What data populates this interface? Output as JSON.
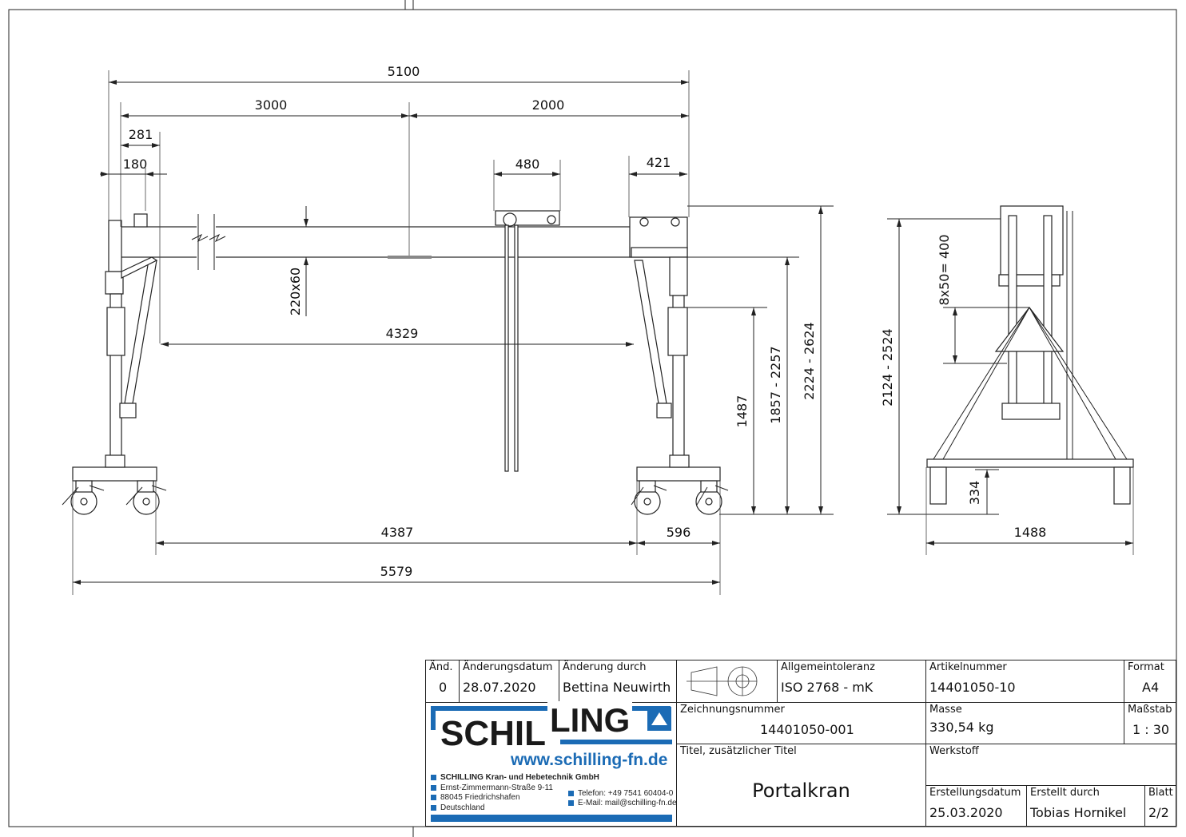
{
  "drawing": {
    "dimensions": {
      "overall_span": "5100",
      "left_section": "3000",
      "right_section": "2000",
      "d281": "281",
      "d180": "180",
      "trolley_width": "480",
      "d421": "421",
      "beam_profile": "220x60",
      "clear_width": "4329",
      "wheelbase_inner": "4387",
      "d596": "596",
      "overall_length": "5579",
      "d1487": "1487",
      "under_beam_height": "1857 - 2257",
      "overall_height": "2224 - 2624",
      "side_height": "2124 - 2524",
      "adjust_steps": "8x50= 400",
      "d334": "334",
      "side_width": "1488"
    }
  },
  "title_block": {
    "revision_label": "Änd.",
    "revision_value": "0",
    "change_date_label": "Änderungsdatum",
    "change_date_value": "28.07.2020",
    "changed_by_label": "Änderung durch",
    "changed_by_value": "Bettina Neuwirth",
    "tolerance_label": "Allgemeintoleranz",
    "tolerance_value": "ISO 2768 - mK",
    "article_label": "Artikelnummer",
    "article_value": "14401050-10",
    "format_label": "Format",
    "format_value": "A4",
    "drawing_no_label": "Zeichnungsnummer",
    "drawing_no_value": "14401050-001",
    "mass_label": "Masse",
    "mass_value": "330,54 kg",
    "scale_label": "Maßstab",
    "scale_value": "1 : 30",
    "title_label": "Titel, zusätzlicher Titel",
    "title_value": "Portalkran",
    "material_label": "Werkstoff",
    "created_date_label": "Erstellungsdatum",
    "created_date_value": "25.03.2020",
    "created_by_label": "Erstellt durch",
    "created_by_value": "Tobias Hornikel",
    "sheet_label": "Blatt",
    "sheet_value": "2/2"
  },
  "company": {
    "logo_text_1": "SCHIL",
    "logo_text_2": "LING",
    "website": "www.schilling-fn.de",
    "name": "SCHILLING Kran- und Hebetechnik GmbH",
    "street": "Ernst-Zimmermann-Straße 9-11",
    "city": "88045 Friedrichshafen",
    "country": "Deutschland",
    "phone": "Telefon: +49 7541 60404-0",
    "email": "E-Mail: mail@schilling-fn.de",
    "brand_color": "#1b6bb5"
  }
}
